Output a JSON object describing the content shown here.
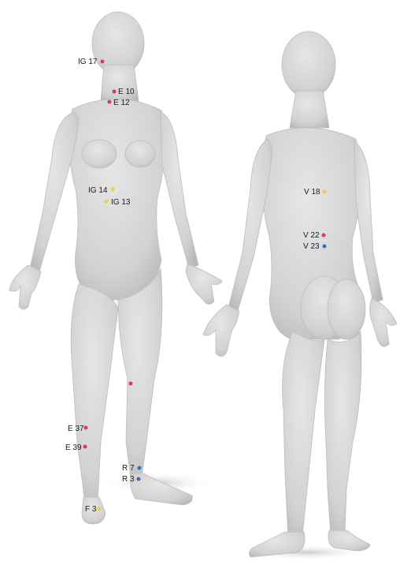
{
  "colors": {
    "pink": "#e0356a",
    "yellow": "#f2cf3c",
    "blue": "#2f6fc4",
    "skin": "#d6d6d6",
    "skin_dark": "#b9b9b9"
  },
  "front_points": [
    {
      "label": "IG 17",
      "color": "pink"
    },
    {
      "label": "E 10",
      "color": "pink"
    },
    {
      "label": "E 12",
      "color": "pink"
    },
    {
      "label": "IG 14",
      "color": "yellow"
    },
    {
      "label": "IG 13",
      "color": "yellow"
    },
    {
      "label": "",
      "color": "pink"
    },
    {
      "label": "E 37",
      "color": "pink"
    },
    {
      "label": "E 39",
      "color": "pink"
    },
    {
      "label": "R 7",
      "color": "blue"
    },
    {
      "label": "R 3",
      "color": "blue"
    },
    {
      "label": "F 3",
      "color": "yellow"
    }
  ],
  "back_points": [
    {
      "label": "V 18",
      "color": "yellow"
    },
    {
      "label": "V 22",
      "color": "pink"
    },
    {
      "label": "V 23",
      "color": "blue"
    }
  ]
}
